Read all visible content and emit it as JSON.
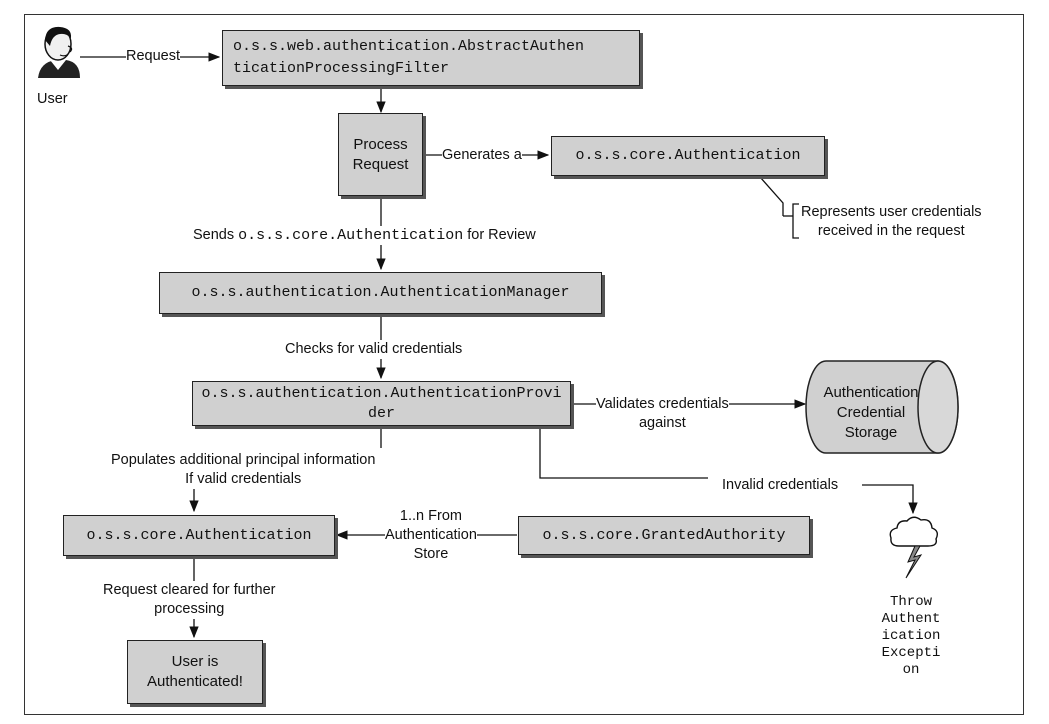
{
  "diagram": {
    "user": {
      "label": "User"
    },
    "nodes": {
      "filter": "o.s.s.web.authentication.AbstractAuthen\nticationProcessingFilter",
      "process_request": "Process\nRequest",
      "authentication_1": "o.s.s.core.Authentication",
      "authentication_manager": "o.s.s.authentication.AuthenticationManager",
      "authentication_provider": "o.s.s.authentication.AuthenticationProvider",
      "credential_storage": "Authentication\nCredential\nStorage",
      "authentication_2": "o.s.s.core.Authentication",
      "granted_authority": "o.s.s.core.GrantedAuthority",
      "user_authenticated": "User is\nAuthenticated!",
      "throw_exception": "Throw\nAuthent\nication\nExcepti\non"
    },
    "edge_labels": {
      "request": "Request",
      "generates": "Generates a",
      "represents": "Represents user credentials\nreceived in the request",
      "sends_prefix": "Sends ",
      "sends_code": "o.s.s.core.Authentication",
      "sends_suffix": " for Review",
      "checks": "Checks for valid credentials",
      "validates": "Validates credentials\nagainst",
      "populates": "Populates additional principal information\nIf valid credentials",
      "invalid": "Invalid credentials",
      "from_store": "1..n From\nAuthentication\nStore",
      "cleared": "Request cleared for further\nprocessing"
    }
  }
}
